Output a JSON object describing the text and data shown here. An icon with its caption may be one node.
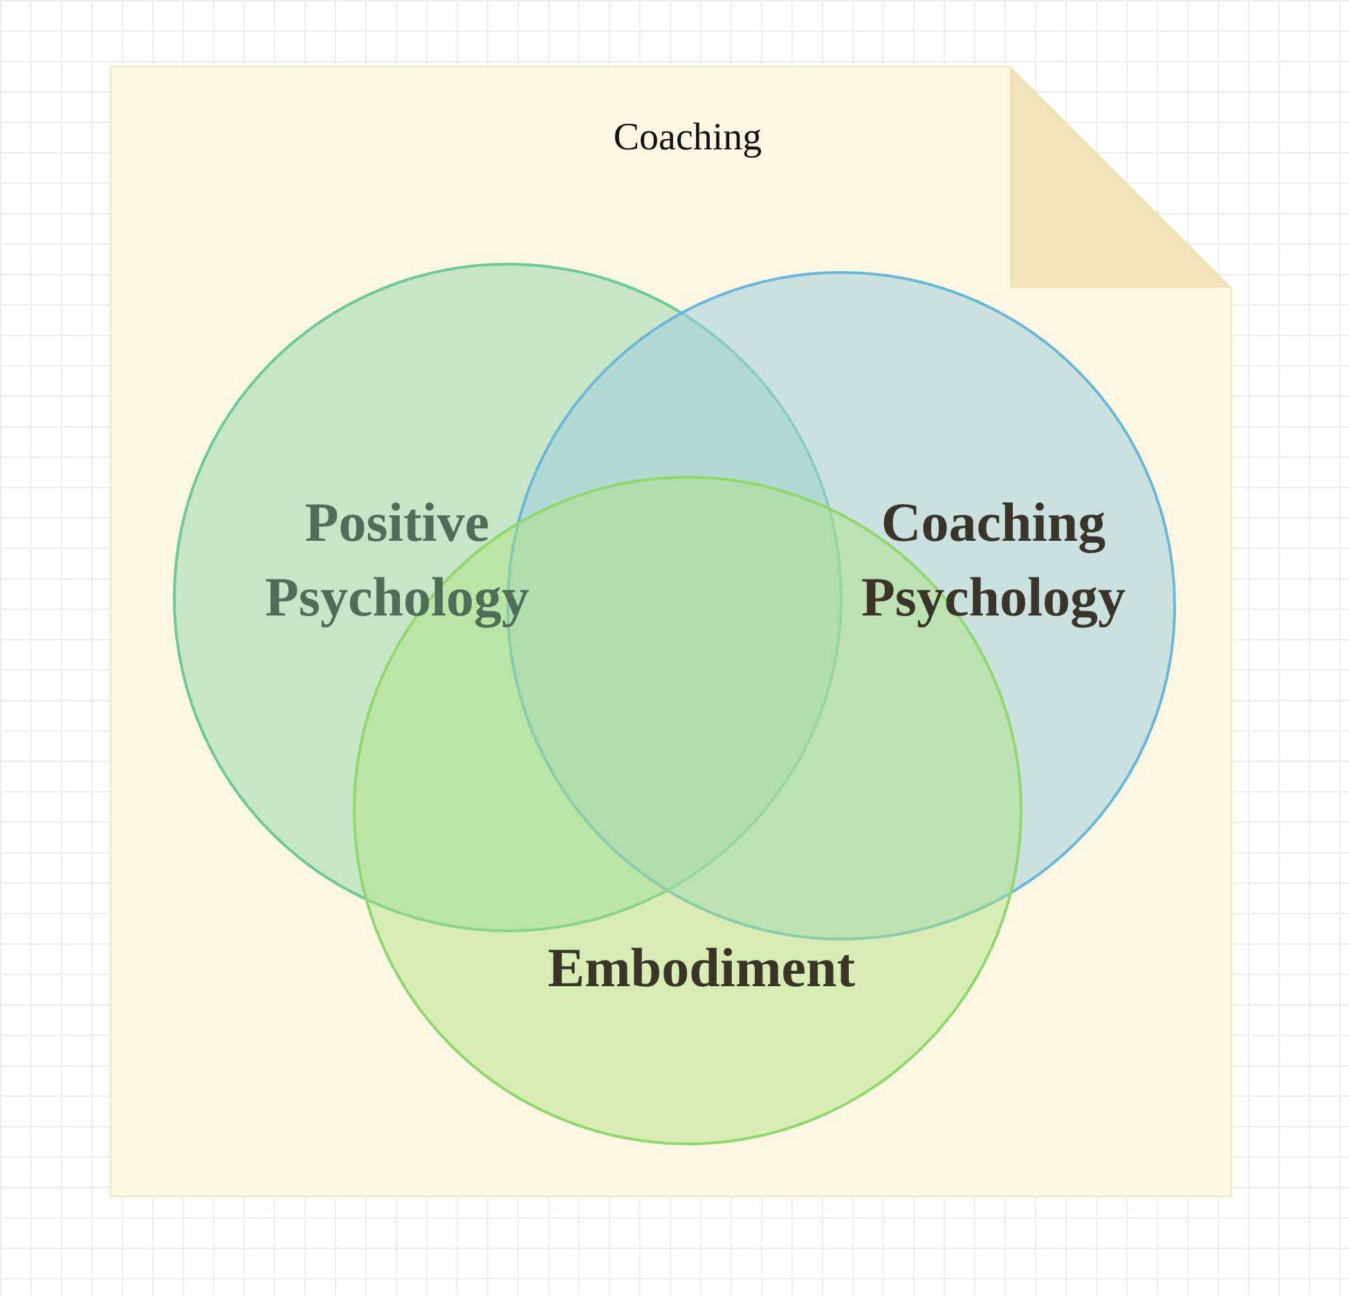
{
  "diagram": {
    "nodes": [
      {
        "text": [
          "Coaching"
        ]
      },
      {
        "text": [
          "Positive Psychology"
        ],
        "in": 0
      },
      {
        "text": [
          "Coaching Psychology"
        ],
        "in": 0
      },
      {
        "text": [
          "Embodiment"
        ],
        "in": 0
      }
    ],
    "edges": []
  }
}
